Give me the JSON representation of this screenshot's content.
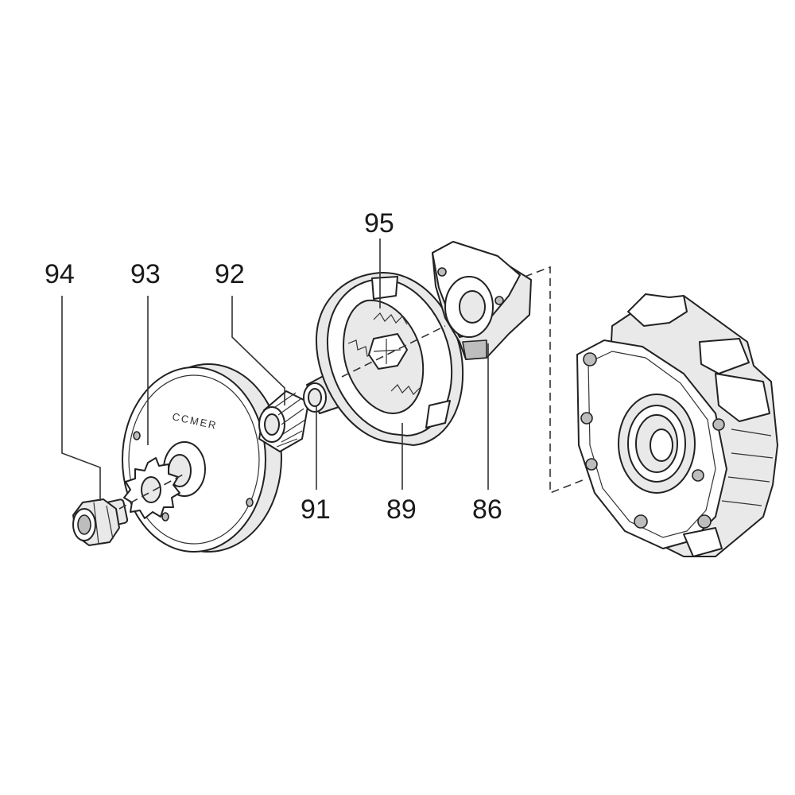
{
  "brand_text": "CCMER",
  "callouts": {
    "p94": "94",
    "p93": "93",
    "p92": "92",
    "p95": "95",
    "p91": "91",
    "p89": "89",
    "p86": "86"
  }
}
